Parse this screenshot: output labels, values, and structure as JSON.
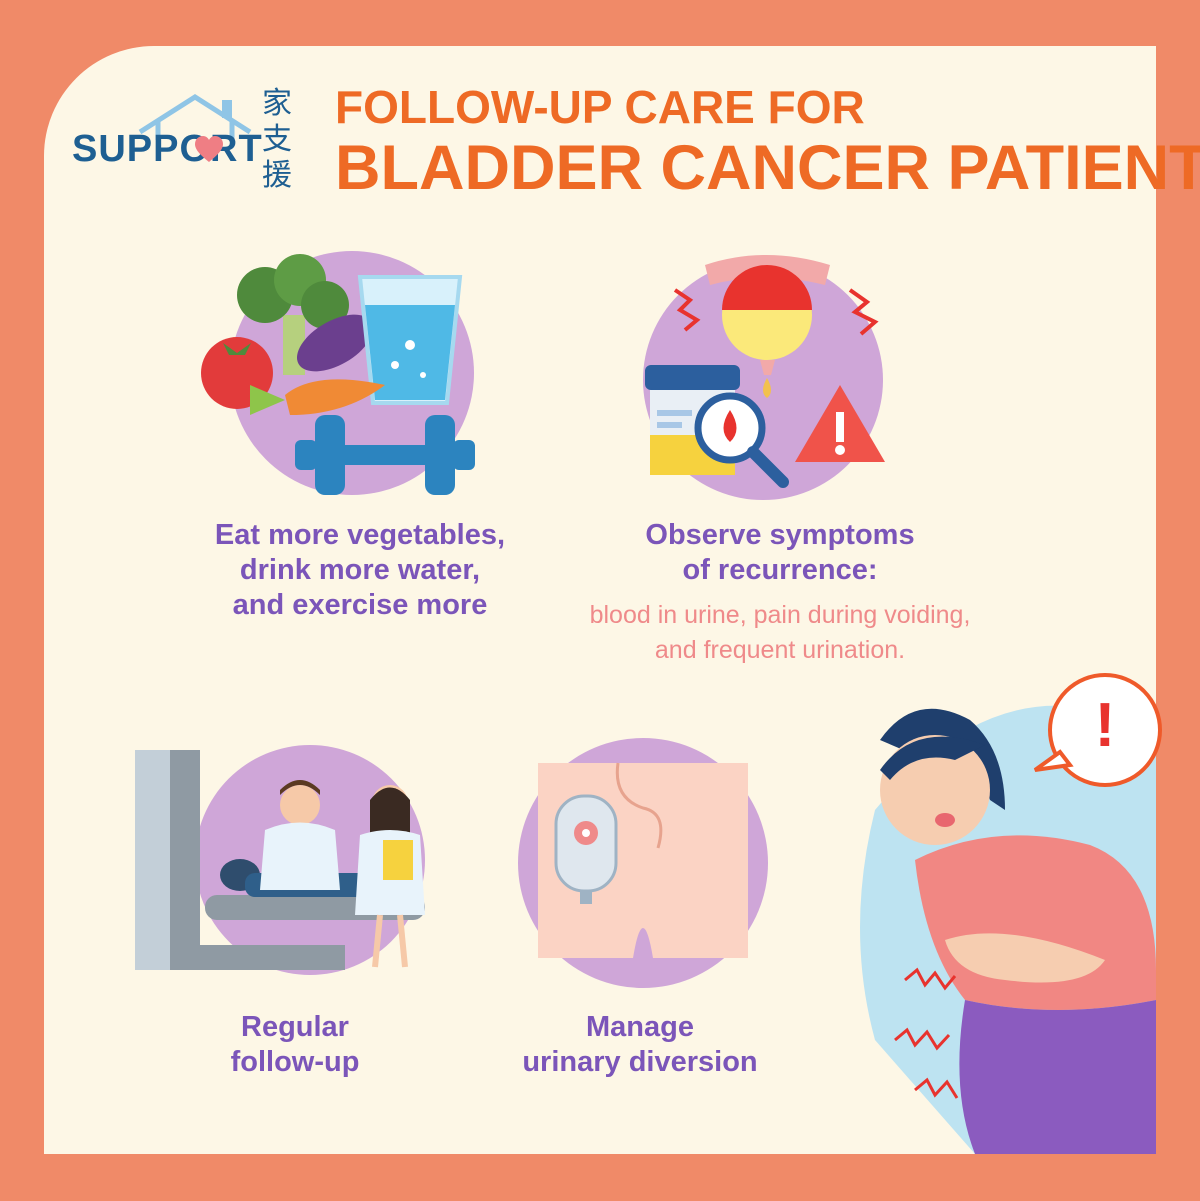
{
  "logo": {
    "brand": "SUPPORT",
    "cjk": "家支援"
  },
  "title": {
    "line1": "FOLLOW-UP CARE FOR",
    "line2": "BLADDER CANCER PATIENTS"
  },
  "tips": [
    {
      "lines": [
        "Eat more vegetables,",
        "drink more water,",
        "and exercise more"
      ]
    },
    {
      "lines": [
        "Observe symptoms",
        "of recurrence:"
      ],
      "detail": [
        "blood in urine, pain during voiding,",
        "and frequent urination."
      ]
    },
    {
      "lines": [
        "Regular",
        "follow-up"
      ]
    },
    {
      "lines": [
        "Manage",
        "urinary diversion"
      ]
    }
  ],
  "speech_bubble": {
    "mark": "!"
  },
  "colors": {
    "frame": "#f08a68",
    "background": "#fdf7e6",
    "title": "#ee6a25",
    "caption": "#7b55b9",
    "detail": "#ef8a8a",
    "circle": "#cfa6d8",
    "logo": "#1e5f92"
  }
}
